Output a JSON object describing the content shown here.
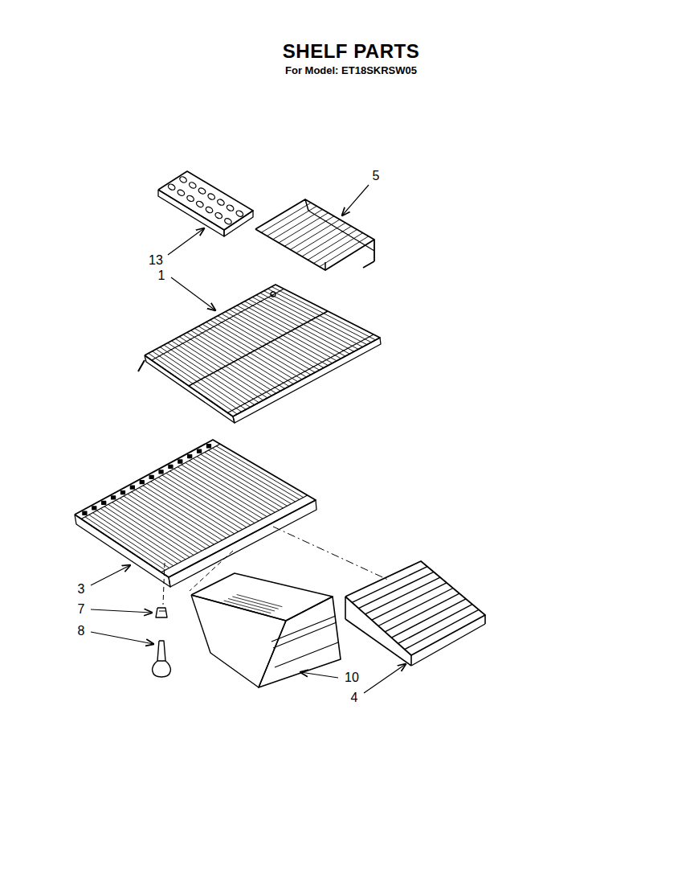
{
  "diagram": {
    "title": "SHELF PARTS",
    "labels": [
      "For Model: ET18SKRSW05",
      "5",
      "13",
      "1",
      "3",
      "7",
      "8",
      "10",
      "4"
    ]
  }
}
